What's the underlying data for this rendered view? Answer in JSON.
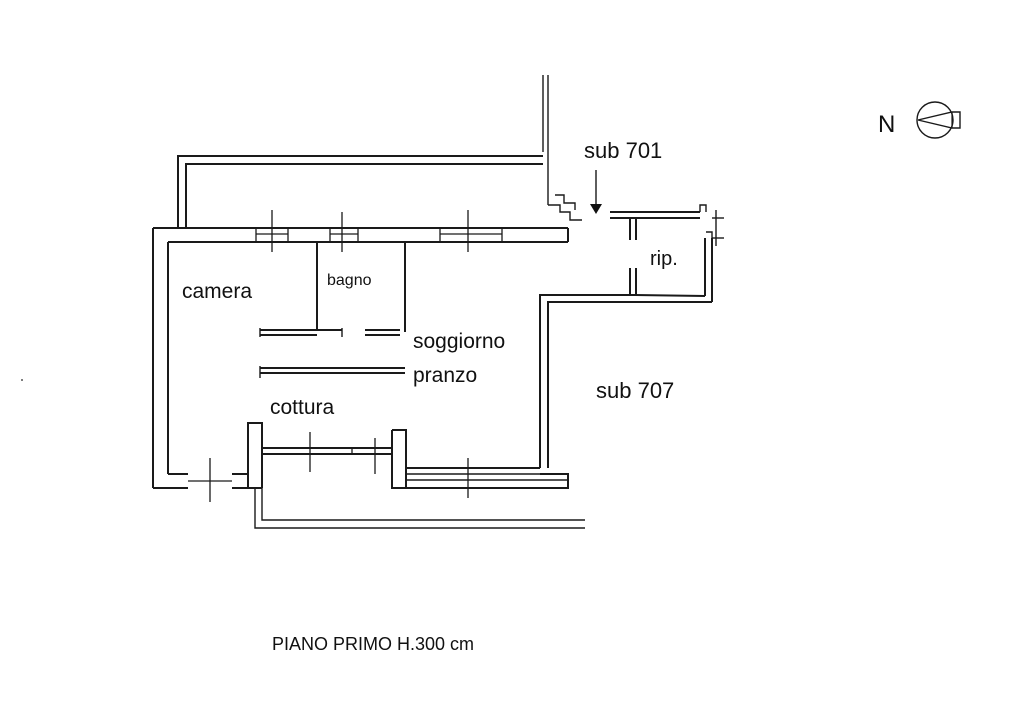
{
  "rooms": {
    "camera": "camera",
    "bagno": "bagno",
    "soggiorno": "soggiorno",
    "pranzo": "pranzo",
    "cottura": "cottura",
    "ripostiglio": "rip."
  },
  "neighbors": {
    "sub_701": "sub 701",
    "sub_707": "sub 707"
  },
  "compass": {
    "letter": "N"
  },
  "caption": "PIANO PRIMO H.300 cm"
}
